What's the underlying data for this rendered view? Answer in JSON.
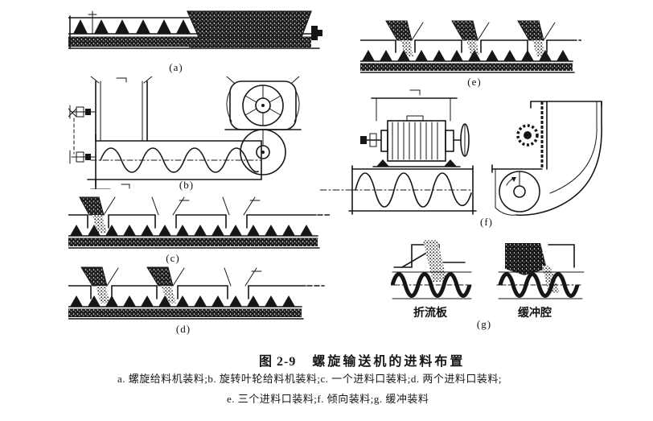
{
  "figure": {
    "number": "图 2-9",
    "title": "螺旋输送机的进料布置",
    "caption_line_1": "a. 螺旋给料机装料;b. 旋转叶轮给料机装料;c. 一个进料口装料;d. 两个进料口装料;",
    "caption_line_2": "e. 三个进料口装料;f. 倾向装料;g. 缓冲装料"
  },
  "panel_labels": {
    "a": "(a)",
    "b": "(b)",
    "c": "(c)",
    "d": "(d)",
    "e": "(e)",
    "f": "(f)",
    "g": "(g)"
  },
  "annotations": {
    "baffle_plate": "折流板",
    "buffer_chamber": "缓冲腔"
  },
  "colors": {
    "ink": "#161616",
    "paper": "#ffffff"
  }
}
